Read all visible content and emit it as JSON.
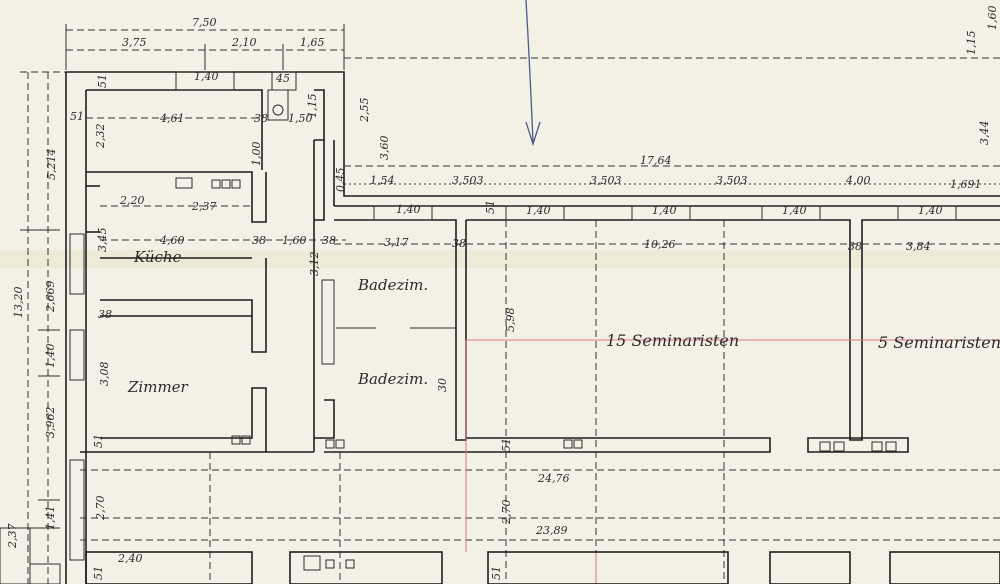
{
  "dimensions": {
    "top_total": "7,50",
    "top_a": "3,75",
    "top_b": "2,10",
    "top_c": "1,65",
    "right_top": "1,15",
    "right_top2": "1,60",
    "right_344": "3,44",
    "chimney1": "1,40",
    "chimney_small": "45",
    "d51_a": "51",
    "d51_b": "51",
    "room1_width": "4,61",
    "room1_depth": "2,32",
    "d38_a": "38",
    "d150": "1,50",
    "d115": "1,15",
    "d255": "2,55",
    "d360": "3,60",
    "d100": "1,00",
    "d045": "0,45",
    "d154": "1,54",
    "span1": "3,503",
    "span2": "3,503",
    "span3": "3,503",
    "span4": "4,00",
    "span5": "1,691",
    "total_long": "17,64",
    "left_5214": "5,214",
    "left_1320": "13,20",
    "left_2669": "2,669",
    "left_140": "1,40",
    "left_3962": "3,962",
    "left_141": "1,41",
    "left_237": "2,37",
    "d220": "2,20",
    "d237": "2,37",
    "d345": "3,45",
    "d460": "4,60",
    "d38_b": "38",
    "d160": "1,60",
    "d38_c": "38",
    "d312": "3,12",
    "d317": "3,17",
    "d38_d": "38",
    "d1026": "10,26",
    "d38_e": "38",
    "d384": "3,84",
    "chim_1_40_a": "1,40",
    "chim_1_40_b": "1,40",
    "chim_1_40_c": "1,40",
    "chim_1_40_d": "1,40",
    "chim_1_40_e": "1,40",
    "d598": "5,98",
    "d51_c": "51",
    "d38_f": "38",
    "d308": "3,08",
    "d51_d": "51",
    "d30": "30",
    "d2476": "24,76",
    "d2389": "23,89",
    "d270_a": "2,70",
    "d270_b": "2,70",
    "d240": "2,40",
    "d51_e": "51",
    "d51_f": "51",
    "d51_g": "51"
  },
  "rooms": {
    "bath_upper": "Badezim.",
    "bath_lower": "Badezim.",
    "zimmer": "Zimmer",
    "seminarists_15": "15 Seminaristen",
    "seminarists_5": "5 Seminaristen",
    "kuche_note": "Küche"
  }
}
